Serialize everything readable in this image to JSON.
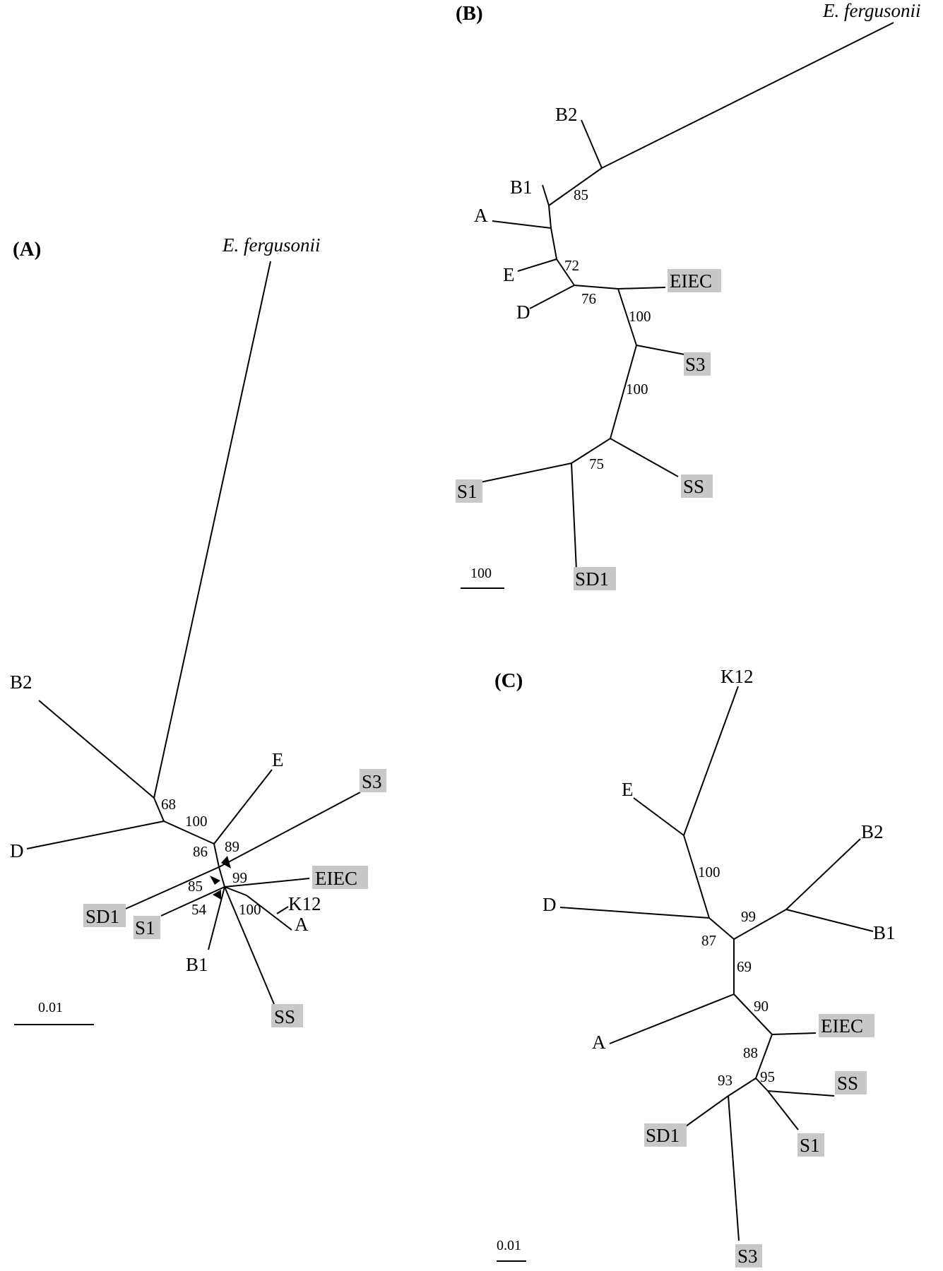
{
  "panels": [
    {
      "id": "A",
      "label": "(A)",
      "leaves": [
        {
          "key": "efer",
          "text": "E. fergusonii",
          "italic": true,
          "highlight": false
        },
        {
          "key": "b2",
          "text": "B2",
          "highlight": false
        },
        {
          "key": "d",
          "text": "D",
          "highlight": false
        },
        {
          "key": "e",
          "text": "E",
          "highlight": false
        },
        {
          "key": "s3",
          "text": "S3",
          "highlight": true
        },
        {
          "key": "eiec",
          "text": "EIEC",
          "highlight": true
        },
        {
          "key": "k12",
          "text": "K12",
          "highlight": false
        },
        {
          "key": "a",
          "text": "A",
          "highlight": false
        },
        {
          "key": "sd1",
          "text": "SD1",
          "highlight": true
        },
        {
          "key": "s1",
          "text": "S1",
          "highlight": true
        },
        {
          "key": "b1",
          "text": "B1",
          "highlight": false
        },
        {
          "key": "ss",
          "text": "SS",
          "highlight": true
        }
      ],
      "bootstraps": [
        "68",
        "100",
        "86",
        "89",
        "99",
        "85",
        "54",
        "100"
      ],
      "scale_label": "0.01"
    },
    {
      "id": "B",
      "label": "(B)",
      "leaves": [
        {
          "key": "efer",
          "text": "E. fergusonii",
          "italic": true,
          "highlight": false
        },
        {
          "key": "b2",
          "text": "B2",
          "highlight": false
        },
        {
          "key": "b1",
          "text": "B1",
          "highlight": false
        },
        {
          "key": "a",
          "text": "A",
          "highlight": false
        },
        {
          "key": "e",
          "text": "E",
          "highlight": false
        },
        {
          "key": "d",
          "text": "D",
          "highlight": false
        },
        {
          "key": "eiec",
          "text": "EIEC",
          "highlight": true
        },
        {
          "key": "s3",
          "text": "S3",
          "highlight": true
        },
        {
          "key": "s1",
          "text": "S1",
          "highlight": true
        },
        {
          "key": "ss",
          "text": "SS",
          "highlight": true
        },
        {
          "key": "sd1",
          "text": "SD1",
          "highlight": true
        }
      ],
      "bootstraps": [
        "85",
        "72",
        "76",
        "100",
        "100",
        "75"
      ],
      "scale_label": "100"
    },
    {
      "id": "C",
      "label": "(C)",
      "leaves": [
        {
          "key": "k12",
          "text": "K12",
          "highlight": false
        },
        {
          "key": "e",
          "text": "E",
          "highlight": false
        },
        {
          "key": "b2",
          "text": "B2",
          "highlight": false
        },
        {
          "key": "d",
          "text": "D",
          "highlight": false
        },
        {
          "key": "b1",
          "text": "B1",
          "highlight": false
        },
        {
          "key": "a",
          "text": "A",
          "highlight": false
        },
        {
          "key": "eiec",
          "text": "EIEC",
          "highlight": true
        },
        {
          "key": "ss",
          "text": "SS",
          "highlight": true
        },
        {
          "key": "sd1",
          "text": "SD1",
          "highlight": true
        },
        {
          "key": "s1",
          "text": "S1",
          "highlight": true
        },
        {
          "key": "s3",
          "text": "S3",
          "highlight": true
        }
      ],
      "bootstraps": [
        "100",
        "99",
        "87",
        "69",
        "90",
        "88",
        "95",
        "93"
      ],
      "scale_label": "0.01"
    }
  ],
  "colors": {
    "line": "#000000",
    "highlight": "#c8c8c8",
    "background": "#ffffff"
  }
}
